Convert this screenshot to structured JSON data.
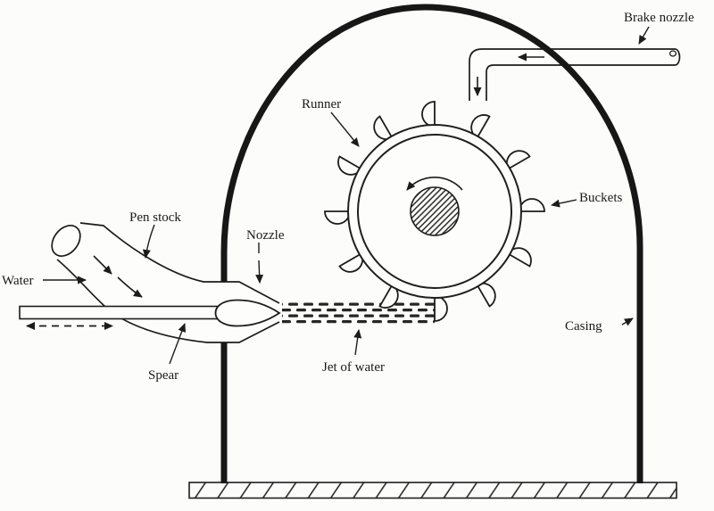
{
  "diagram": {
    "labels": {
      "brake_nozzle": "Brake nozzle",
      "runner": "Runner",
      "buckets": "Buckets",
      "casing": "Casing",
      "pen_stock": "Pen stock",
      "nozzle": "Nozzle",
      "water": "Water",
      "spear": "Spear",
      "jet_of_water": "Jet of water"
    },
    "colors": {
      "ink": "#1c1c1c",
      "casing_stroke": "#171717",
      "background": "#fcfcfb"
    }
  }
}
